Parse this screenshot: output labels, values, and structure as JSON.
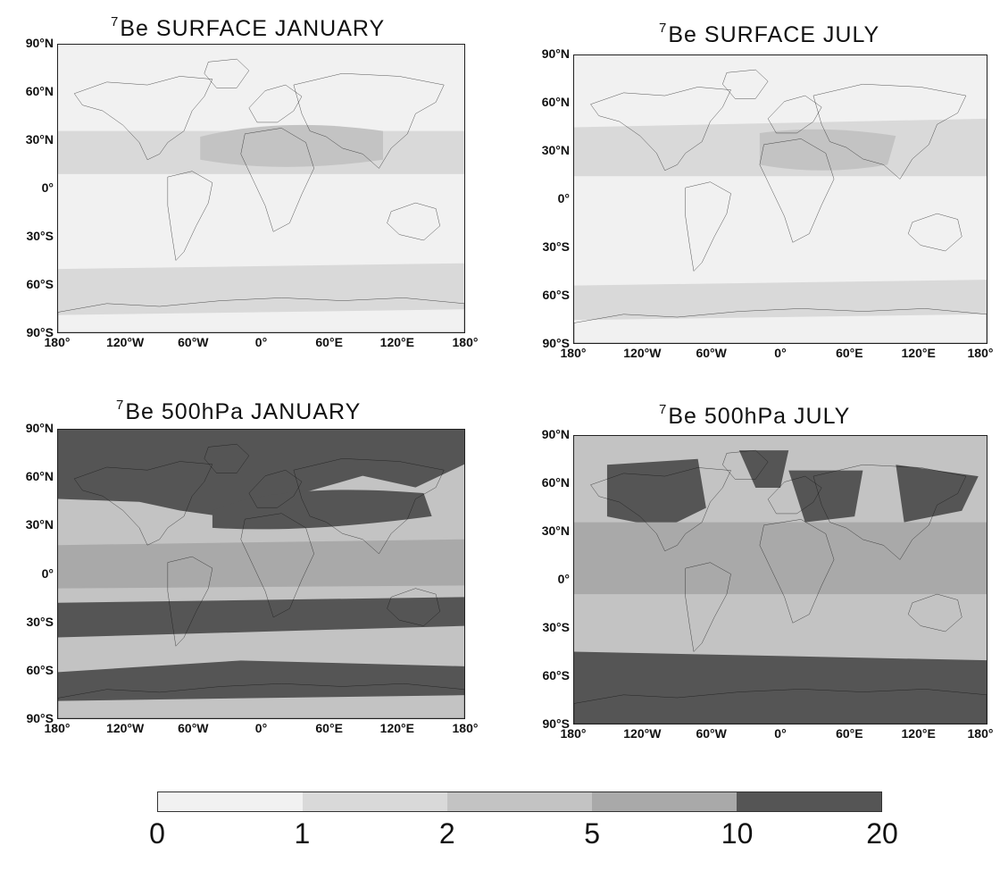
{
  "panels": [
    {
      "id": "p1",
      "title": "SURFACE JANUARY",
      "isotope_mass": "7",
      "isotope": "Be",
      "tone": "light"
    },
    {
      "id": "p2",
      "title": "SURFACE JULY",
      "isotope_mass": "7",
      "isotope": "Be",
      "tone": "light"
    },
    {
      "id": "p3",
      "title": "500hPa JANUARY",
      "isotope_mass": "7",
      "isotope": "Be",
      "tone": "dark"
    },
    {
      "id": "p4",
      "title": "500hPa JULY",
      "isotope_mass": "7",
      "isotope": "Be",
      "tone": "dark"
    }
  ],
  "lat_ticks": [
    "90°N",
    "60°N",
    "30°N",
    "0°",
    "30°S",
    "60°S",
    "90°S"
  ],
  "lon_ticks": [
    "180°",
    "120°W",
    "60°W",
    "0°",
    "60°E",
    "120°E",
    "180°"
  ],
  "colorbar": {
    "labels": [
      "0",
      "1",
      "2",
      "5",
      "10",
      "20"
    ],
    "colors": [
      "#f1f1f1",
      "#d9d9d9",
      "#c3c3c3",
      "#a9a9a9",
      "#555555"
    ]
  }
}
